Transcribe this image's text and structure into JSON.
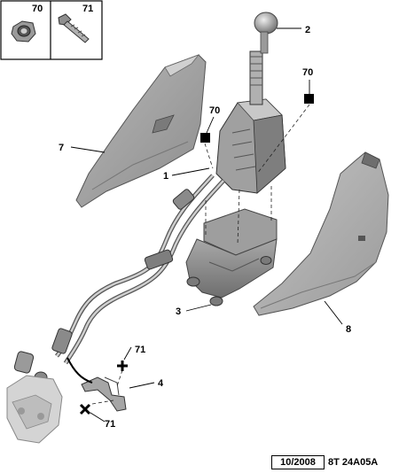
{
  "inset": {
    "nut_label": "70",
    "bolt_label": "71"
  },
  "callouts": {
    "knob": "2",
    "fastener_top": "70",
    "fastener_left": "70",
    "cover_left": "7",
    "cable_assembly": "1",
    "base_housing": "3",
    "cover_right": "8",
    "bracket": "4",
    "screw_upper": "71",
    "screw_lower": "71"
  },
  "footer": {
    "date": "10/2008",
    "ref": "8T 24A05A"
  }
}
